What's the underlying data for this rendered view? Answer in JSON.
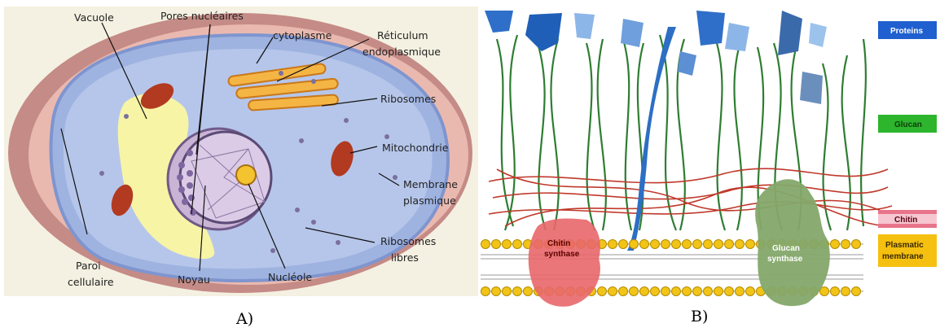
{
  "panel_a": {
    "caption": "A)",
    "labels": {
      "vacuole": "Vacuole",
      "pores": "Pores nucléaires",
      "cytoplasme": "cytoplasme",
      "reticulum1": "Réticulum",
      "reticulum2": "endoplasmique",
      "ribosomes": "Ribosomes",
      "mitochondrie": "Mitochondrie",
      "membrane1": "Membrane",
      "membrane2": "plasmique",
      "ribolibres1": "Ribosomes",
      "ribolibres2": "libres",
      "paroi1": "Paroi",
      "paroi2": "cellulaire",
      "noyau": "Noyau",
      "nucleole": "Nucléole"
    }
  },
  "panel_b": {
    "caption": "B)",
    "legend": [
      {
        "label": "Proteins",
        "color": "#1f5fd0",
        "text_color": "#ffffff"
      },
      {
        "label": "Glucan",
        "color": "#2db52d",
        "text_color": "#0b3d0b"
      },
      {
        "label": "Chitin",
        "color": "#e8748a",
        "text_color": "#5a0010"
      },
      {
        "label": "Plasmatic membrane",
        "line1": "Plasmatic",
        "line2": "membrane",
        "color": "#f5c010",
        "text_color": "#3a2a00"
      }
    ],
    "chitin_synthase": {
      "line1": "Chitin",
      "line2": "synthase"
    },
    "glucan_synthase": {
      "line1": "Glucan",
      "line2": "synthase"
    }
  }
}
